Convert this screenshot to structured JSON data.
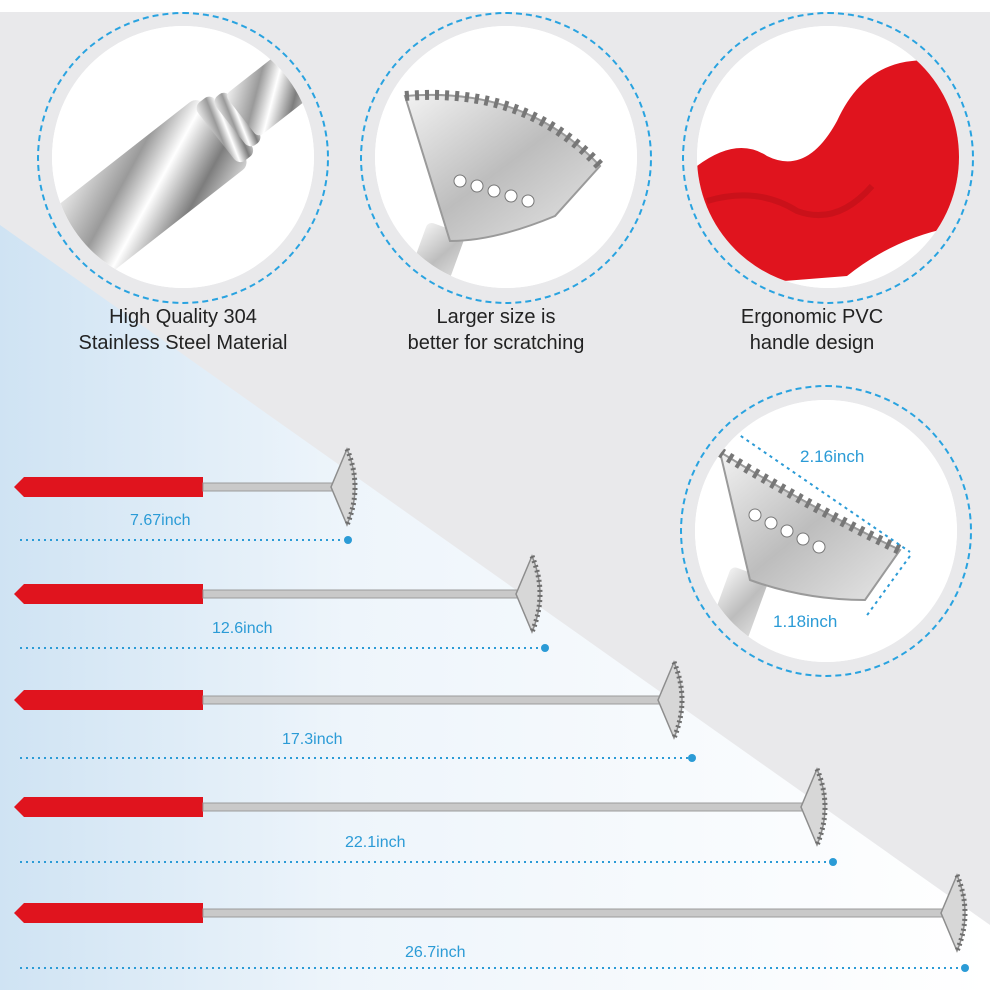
{
  "features": [
    {
      "line1": "High Quality 304",
      "line2": "Stainless Steel Material"
    },
    {
      "line1": "Larger size is",
      "line2": "better for scratching"
    },
    {
      "line1": "Ergonomic PVC",
      "line2": "handle design"
    }
  ],
  "head_dimensions": {
    "width": "2.16inch",
    "height": "1.18inch"
  },
  "lengths": [
    "7.67inch",
    "12.6inch",
    "17.3inch",
    "22.1inch",
    "26.7inch"
  ],
  "colors": {
    "accent": "#2b9bd6",
    "handle_red": "#e0141e",
    "background_gray": "#e9e9eb"
  }
}
